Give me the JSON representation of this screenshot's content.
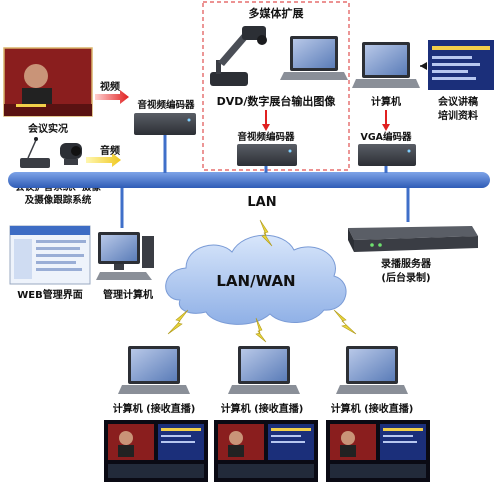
{
  "multimedia": {
    "title": "多媒体扩展",
    "source_caption": "DVD/数字展台输出图像",
    "encoder": "音视频编码器"
  },
  "left": {
    "video_signal": "视频",
    "audio_signal": "音频",
    "live_caption": "会议实况",
    "av_encoder": "音视频编码器",
    "system_line1": "会议扩音系统、摄像",
    "system_line2": "及摄像跟踪系统"
  },
  "right": {
    "pc_label": "计算机",
    "materials_line1": "会议讲稿",
    "materials_line2": "培训资料",
    "vga_encoder": "VGA编码器",
    "server_line1": "录播服务器",
    "server_line2": "(后台录制)"
  },
  "network": {
    "lan": "LAN",
    "cloud": "LAN/WAN"
  },
  "management": {
    "web": "WEB管理界面",
    "pc": "管理计算机"
  },
  "clients": [
    {
      "label": "计算机 (接收直播)"
    },
    {
      "label": "计算机 (接收直播)"
    },
    {
      "label": "计算机 (接收直播)"
    }
  ],
  "colors": {
    "lan_bar": "#3f6fc9",
    "arrow": "#e02020",
    "lightning": "#e8d43c",
    "cloud": "#8fb0e6",
    "dashed_box": "#e05050",
    "device": "#3a3d44"
  }
}
